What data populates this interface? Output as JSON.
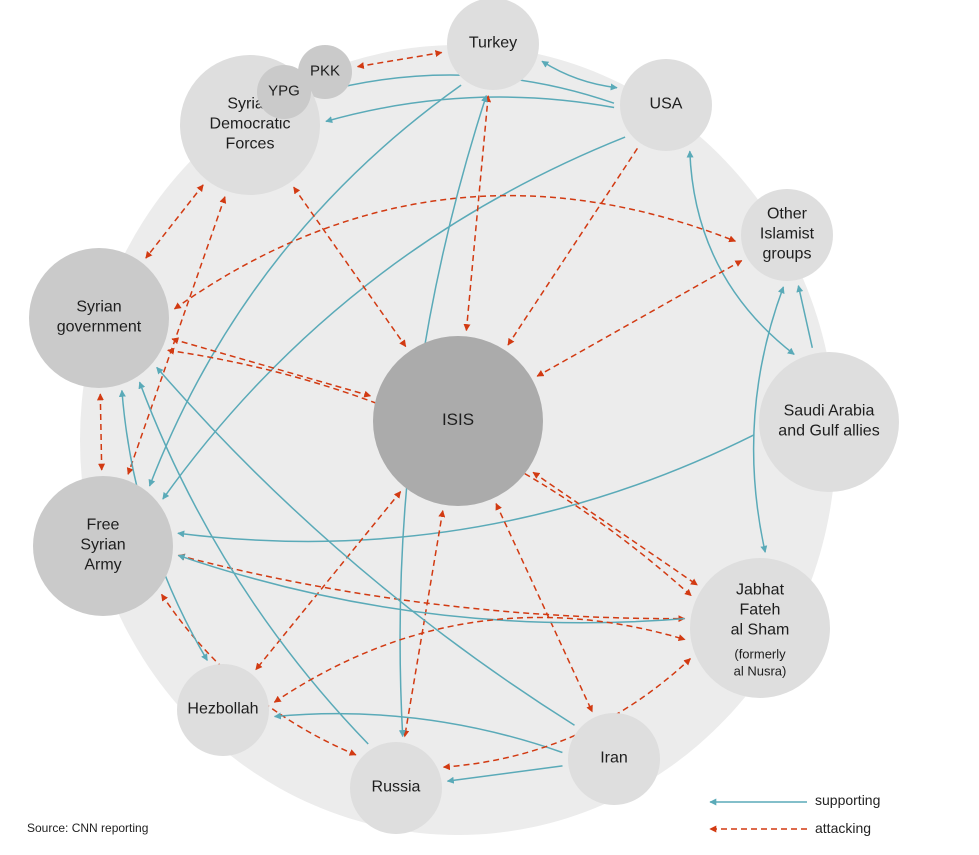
{
  "source": "Source: CNN reporting",
  "colors": {
    "background_disc": "#ececec",
    "node_light": "#dedede",
    "node_mid": "#cacaca",
    "node_dark": "#ababab",
    "supporting": "#5aaab8",
    "attacking": "#d23a12"
  },
  "legend": {
    "supporting": "supporting",
    "attacking": "attacking"
  },
  "nodes": {
    "turkey": [
      "Turkey"
    ],
    "pkk": [
      "PKK"
    ],
    "ypg": [
      "YPG"
    ],
    "sdf": [
      "Syrian",
      "Democratic",
      "Forces"
    ],
    "usa": [
      "USA"
    ],
    "other_islamist": [
      "Other",
      "Islamist",
      "groups"
    ],
    "syrian_gov": [
      "Syrian",
      "government"
    ],
    "isis": [
      "ISIS"
    ],
    "saudi": [
      "Saudi Arabia",
      "and Gulf allies"
    ],
    "fsa": [
      "Free",
      "Syrian",
      "Army"
    ],
    "jfs": [
      "Jabhat",
      "Fateh",
      "al Sham"
    ],
    "jfs_note": [
      "(formerly",
      "al Nusra)"
    ],
    "hezbollah": [
      "Hezbollah"
    ],
    "russia": [
      "Russia"
    ],
    "iran": [
      "Iran"
    ]
  },
  "relations": [
    {
      "from": "pkk",
      "to": "turkey",
      "type": "attacking",
      "both": true
    },
    {
      "from": "turkey",
      "to": "usa",
      "type": "supporting",
      "both": true
    },
    {
      "from": "usa",
      "to": "ypg",
      "type": "supporting"
    },
    {
      "from": "usa",
      "to": "sdf",
      "type": "supporting"
    },
    {
      "from": "usa",
      "to": "fsa",
      "type": "supporting"
    },
    {
      "from": "usa",
      "to": "isis",
      "type": "attacking"
    },
    {
      "from": "usa",
      "to": "saudi",
      "type": "supporting",
      "both": true
    },
    {
      "from": "turkey",
      "to": "isis",
      "type": "attacking",
      "both": true
    },
    {
      "from": "turkey",
      "to": "fsa",
      "type": "supporting"
    },
    {
      "from": "sdf",
      "to": "isis",
      "type": "attacking",
      "both": true
    },
    {
      "from": "sdf",
      "to": "syrian_gov",
      "type": "attacking",
      "both": true
    },
    {
      "from": "sdf",
      "to": "fsa",
      "type": "attacking",
      "both": true
    },
    {
      "from": "syrian_gov",
      "to": "other_islamist",
      "type": "attacking",
      "both": true
    },
    {
      "from": "syrian_gov",
      "to": "isis",
      "type": "attacking",
      "both": true
    },
    {
      "from": "syrian_gov",
      "to": "fsa",
      "type": "attacking",
      "both": true
    },
    {
      "from": "syrian_gov",
      "to": "jfs",
      "type": "attacking",
      "both": true
    },
    {
      "from": "other_islamist",
      "to": "isis",
      "type": "attacking",
      "both": true
    },
    {
      "from": "saudi",
      "to": "other_islamist",
      "type": "supporting"
    },
    {
      "from": "saudi",
      "to": "fsa",
      "type": "supporting"
    },
    {
      "from": "other_islamist",
      "to": "jfs",
      "type": "supporting",
      "both": true
    },
    {
      "from": "isis",
      "to": "jfs",
      "type": "attacking",
      "both": true
    },
    {
      "from": "isis",
      "to": "hezbollah",
      "type": "attacking",
      "both": true
    },
    {
      "from": "isis",
      "to": "russia",
      "type": "attacking",
      "both": true
    },
    {
      "from": "isis",
      "to": "iran",
      "type": "attacking",
      "both": true
    },
    {
      "from": "fsa",
      "to": "jfs",
      "type": "attacking",
      "both": true
    },
    {
      "from": "jfs",
      "to": "fsa",
      "type": "supporting"
    },
    {
      "from": "fsa",
      "to": "russia",
      "type": "attacking",
      "both": true
    },
    {
      "from": "syrian_gov",
      "to": "hezbollah",
      "type": "supporting",
      "both": true
    },
    {
      "from": "russia",
      "to": "syrian_gov",
      "type": "supporting"
    },
    {
      "from": "iran",
      "to": "syrian_gov",
      "type": "supporting"
    },
    {
      "from": "russia",
      "to": "turkey",
      "type": "supporting",
      "both": true
    },
    {
      "from": "iran",
      "to": "hezbollah",
      "type": "supporting"
    },
    {
      "from": "iran",
      "to": "russia",
      "type": "supporting"
    },
    {
      "from": "hezbollah",
      "to": "jfs",
      "type": "attacking",
      "both": true
    },
    {
      "from": "russia",
      "to": "jfs",
      "type": "attacking",
      "both": true
    }
  ]
}
